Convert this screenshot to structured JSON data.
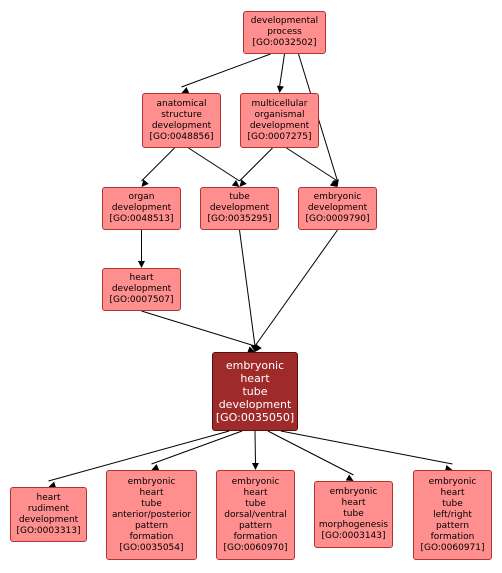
{
  "colors": {
    "node_fill": "#ff8f8f",
    "node_border": "#b03434",
    "focus_fill": "#9e2a2a",
    "edge": "#000000"
  },
  "nodes": {
    "dev_process": {
      "lines": [
        "developmental",
        "process",
        "[GO:0032502]"
      ]
    },
    "anat_struct": {
      "lines": [
        "anatomical",
        "structure",
        "development",
        "[GO:0048856]"
      ]
    },
    "multicell": {
      "lines": [
        "multicellular",
        "organismal",
        "development",
        "[GO:0007275]"
      ]
    },
    "organ_dev": {
      "lines": [
        "organ",
        "development",
        "[GO:0048513]"
      ]
    },
    "tube_dev": {
      "lines": [
        "tube",
        "development",
        "[GO:0035295]"
      ]
    },
    "embryonic_dev": {
      "lines": [
        "embryonic",
        "development",
        "[GO:0009790]"
      ]
    },
    "heart_dev": {
      "lines": [
        "heart",
        "development",
        "[GO:0007507]"
      ]
    },
    "focus": {
      "lines": [
        "embryonic",
        "heart",
        "tube",
        "development",
        "[GO:0035050]"
      ]
    },
    "heart_rudiment": {
      "lines": [
        "heart",
        "rudiment",
        "development",
        "[GO:0003313]"
      ]
    },
    "ant_post": {
      "lines": [
        "embryonic",
        "heart",
        "tube",
        "anterior/posterior",
        "pattern",
        "formation",
        "[GO:0035054]"
      ]
    },
    "dorsal_ventral": {
      "lines": [
        "embryonic",
        "heart",
        "tube",
        "dorsal/ventral",
        "pattern",
        "formation",
        "[GO:0060970]"
      ]
    },
    "morpho": {
      "lines": [
        "embryonic",
        "heart",
        "tube",
        "morphogenesis",
        "[GO:0003143]"
      ]
    },
    "left_right": {
      "lines": [
        "embryonic",
        "heart",
        "tube",
        "left/right",
        "pattern",
        "formation",
        "[GO:0060971]"
      ]
    }
  },
  "edges": [
    [
      "dev_process",
      "anat_struct"
    ],
    [
      "dev_process",
      "multicell"
    ],
    [
      "dev_process",
      "embryonic_dev"
    ],
    [
      "anat_struct",
      "organ_dev"
    ],
    [
      "anat_struct",
      "tube_dev"
    ],
    [
      "multicell",
      "tube_dev"
    ],
    [
      "multicell",
      "embryonic_dev"
    ],
    [
      "organ_dev",
      "heart_dev"
    ],
    [
      "heart_dev",
      "focus"
    ],
    [
      "tube_dev",
      "focus"
    ],
    [
      "embryonic_dev",
      "focus"
    ],
    [
      "focus",
      "heart_rudiment"
    ],
    [
      "focus",
      "ant_post"
    ],
    [
      "focus",
      "dorsal_ventral"
    ],
    [
      "focus",
      "morpho"
    ],
    [
      "focus",
      "left_right"
    ]
  ]
}
